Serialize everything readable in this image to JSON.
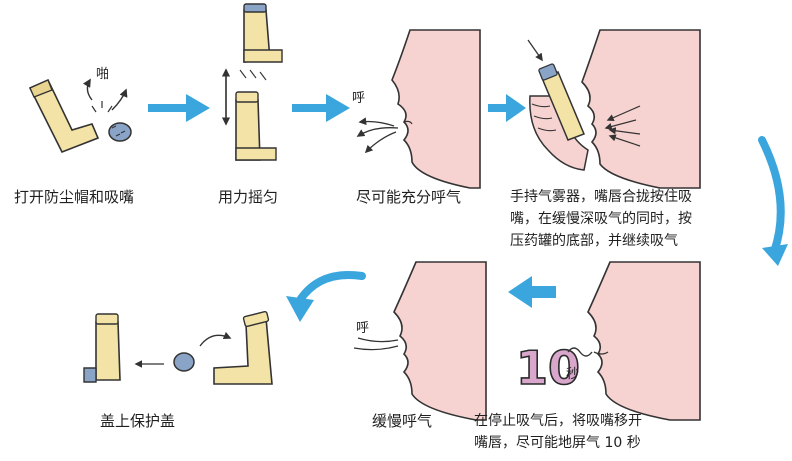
{
  "steps": [
    {
      "caption": "打开防尘帽和吸嘴",
      "sound": "啪"
    },
    {
      "caption": "用力摇匀"
    },
    {
      "caption": "尽可能充分呼气",
      "sound": "呼"
    },
    {
      "caption": "手持气雾器，嘴唇合拢按住吸\n嘴，在缓慢深吸气的同时，按\n压药罐的底部，并继续吸气"
    },
    {
      "caption": "在停止吸气后，将吸嘴移开\n嘴唇，尽可能地屏气 10 秒",
      "count_big": "10",
      "count_unit": "秒"
    },
    {
      "caption": "缓慢呼气",
      "sound": "呼"
    },
    {
      "caption": "盖上保护盖"
    }
  ],
  "colors": {
    "flow_arrow": "#3aa6dd",
    "inhaler_body": "#f3e3a6",
    "inhaler_cap": "#8aa4c8",
    "skin": "#f6d2d0",
    "skin_shade": "#eab6b5",
    "counter_fill": "#d9a6cc"
  },
  "icons": [
    "inhaler-icon",
    "canister-icon",
    "dust-cap-icon",
    "face-profile-icon",
    "hand-icon",
    "flow-arrow-icon"
  ]
}
